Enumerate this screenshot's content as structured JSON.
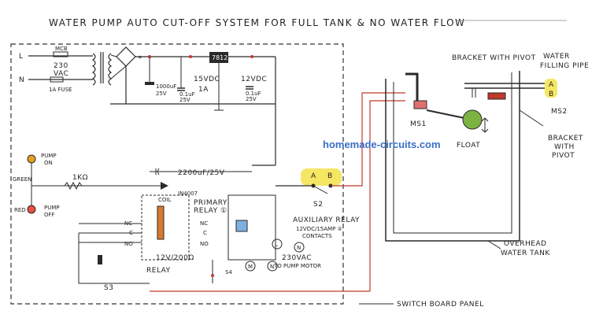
{
  "title": "WATER PUMP AUTO CUT-OFF SYSTEM FOR FULL TANK & NO WATER FLOW",
  "watermark": "homemade-circuits.com",
  "colors": {
    "ink": "#2a2a2a",
    "wire_red": "#c0392b",
    "highlight": "#f5e663",
    "float": "#7cb342",
    "watermark": "#3a6fc4"
  },
  "labels": {
    "mains_l": "L",
    "mains_n": "N",
    "fuse_mcb": "MCB",
    "fuse_1a": "1A FUSE",
    "mains_voltage": "230",
    "mains_vac": "VAC",
    "cap1_value": "1000uF",
    "cap1_voltage": "25V",
    "cap_small1": "0.1uF",
    "cap_small1_v": "25V",
    "supply_15v": "15VDC",
    "supply_1a": "1A",
    "regulator": "7812",
    "supply_12v": "12VDC",
    "cap_small2": "0.1uF",
    "cap_small2_v": "25V",
    "pump_on": "PUMP",
    "pump_on_2": "ON",
    "green": "GREEN",
    "resistor": "1KΩ",
    "red": "RED",
    "pump_off": "PUMP",
    "pump_off_2": "OFF",
    "cap2": "2200uF/25V",
    "diode": "IN4007",
    "primary_relay": "PRIMARY",
    "primary_relay_2": "RELAY ①",
    "coil": "COIL",
    "relay_spec": "12V/200Ω",
    "relay_label": "RELAY",
    "nc": "NC",
    "c": "C",
    "no": "NO",
    "switch_s3": "S3",
    "aux_relay": "AUXILIARY RELAY",
    "aux_relay_spec": "12VDC/15AMP ②",
    "aux_contacts": "CONTACTS",
    "l_label": "L",
    "n_label": "N",
    "pump_supply": "230VAC",
    "to_pump": "TO PUMP MOTOR",
    "s4": "S4",
    "m": "M",
    "switch_a": "A",
    "switch_b": "B",
    "s2": "S2",
    "bracket_pivot": "BRACKET WITH PIVOT",
    "water_pipe": "WATER",
    "water_pipe_2": "FILLING PIPE",
    "ms1": "MS1",
    "ms2": "MS2",
    "float": "FLOAT",
    "bracket2": "BRACKET",
    "bracket2_b": "WITH",
    "bracket2_c": "PIVOT",
    "tank_a": "A",
    "tank_b": "B",
    "overhead": "OVERHEAD",
    "water_tank": "WATER TANK",
    "switch_board": "SWITCH BOARD PANEL"
  }
}
